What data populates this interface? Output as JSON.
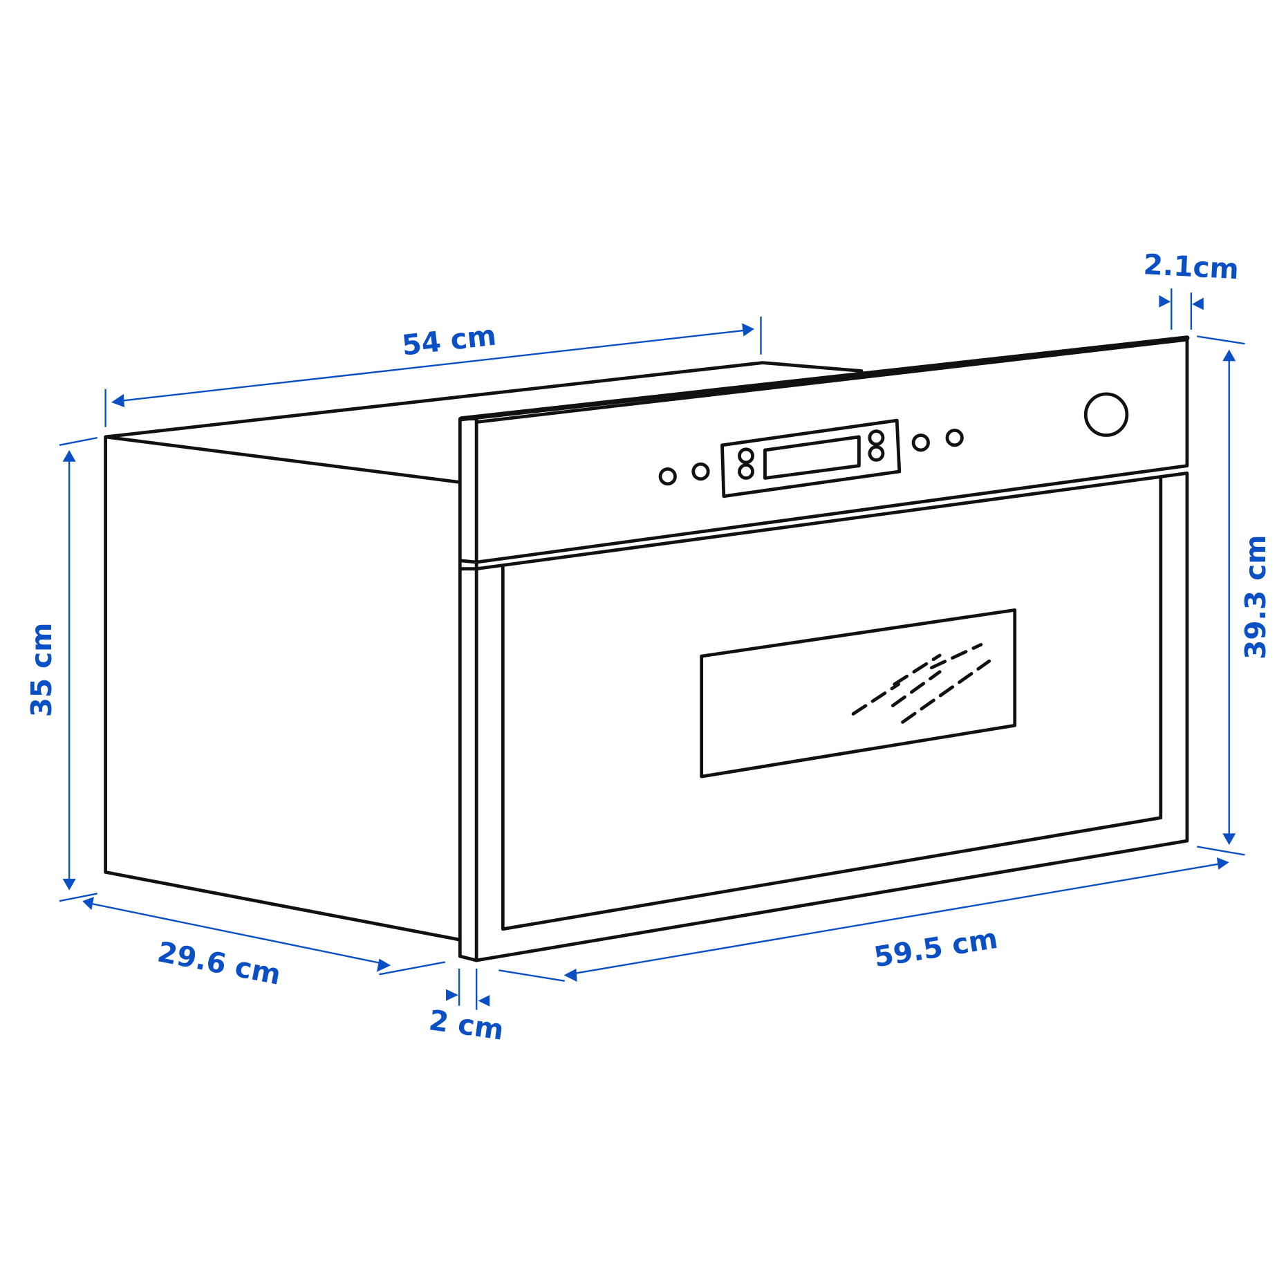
{
  "dimensions": {
    "depth_top": "54 cm",
    "height_body": "35 cm",
    "depth_bottom": "29.6 cm",
    "front_thickness": "2 cm",
    "width": "59.5 cm",
    "height_total": "39.3 cm",
    "panel_thickness": "2.1cm"
  },
  "colors": {
    "dimension": "#0a4fc4",
    "outline": "#111111"
  }
}
